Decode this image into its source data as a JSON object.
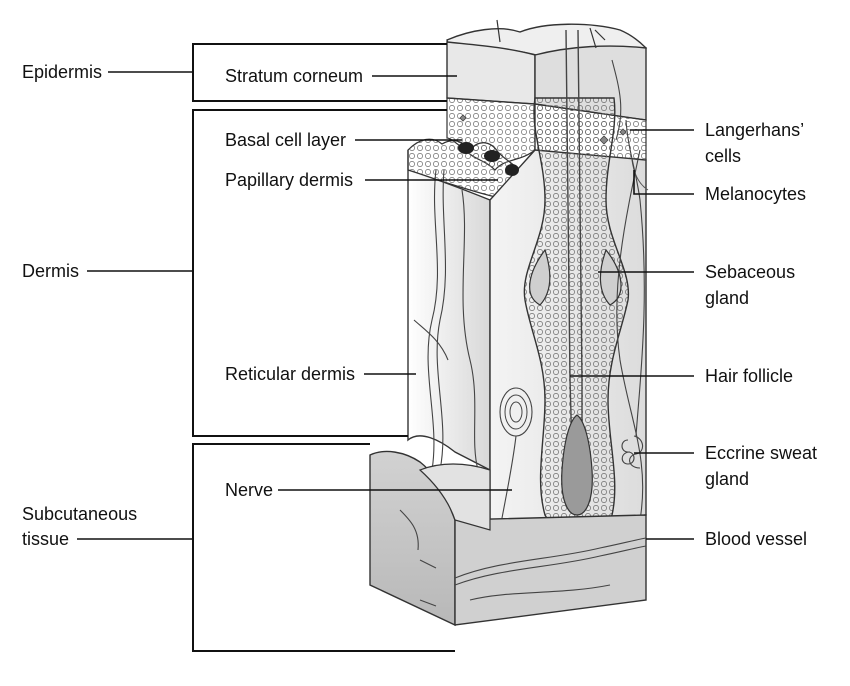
{
  "labels": {
    "epidermis": "Epidermis",
    "dermis": "Dermis",
    "subcutaneous_line1": "Subcutaneous",
    "subcutaneous_line2": "tissue",
    "stratum_corneum": "Stratum corneum",
    "basal_cell_layer": "Basal cell layer",
    "papillary_dermis": "Papillary dermis",
    "reticular_dermis": "Reticular dermis",
    "nerve": "Nerve",
    "langerhans_line1": "Langerhans’",
    "langerhans_line2": "cells",
    "melanocytes": "Melanocytes",
    "sebaceous_line1": "Sebaceous",
    "sebaceous_line2": "gland",
    "hair_follicle": "Hair follicle",
    "eccrine_line1": "Eccrine sweat",
    "eccrine_line2": "gland",
    "blood_vessel": "Blood vessel"
  },
  "colors": {
    "ink": "#111111",
    "stratum_fill": "#e6e6e6",
    "epidermis_fill": "#cfcfcf",
    "dermis_fill": "#ececec",
    "dermis_shade": "#d4d4d4",
    "subcutaneous_fill": "#c8c8c8",
    "follicle_fill": "#d9d9d9",
    "hair_shaft": "#5a5a5a",
    "melanocyte": "#222222"
  }
}
